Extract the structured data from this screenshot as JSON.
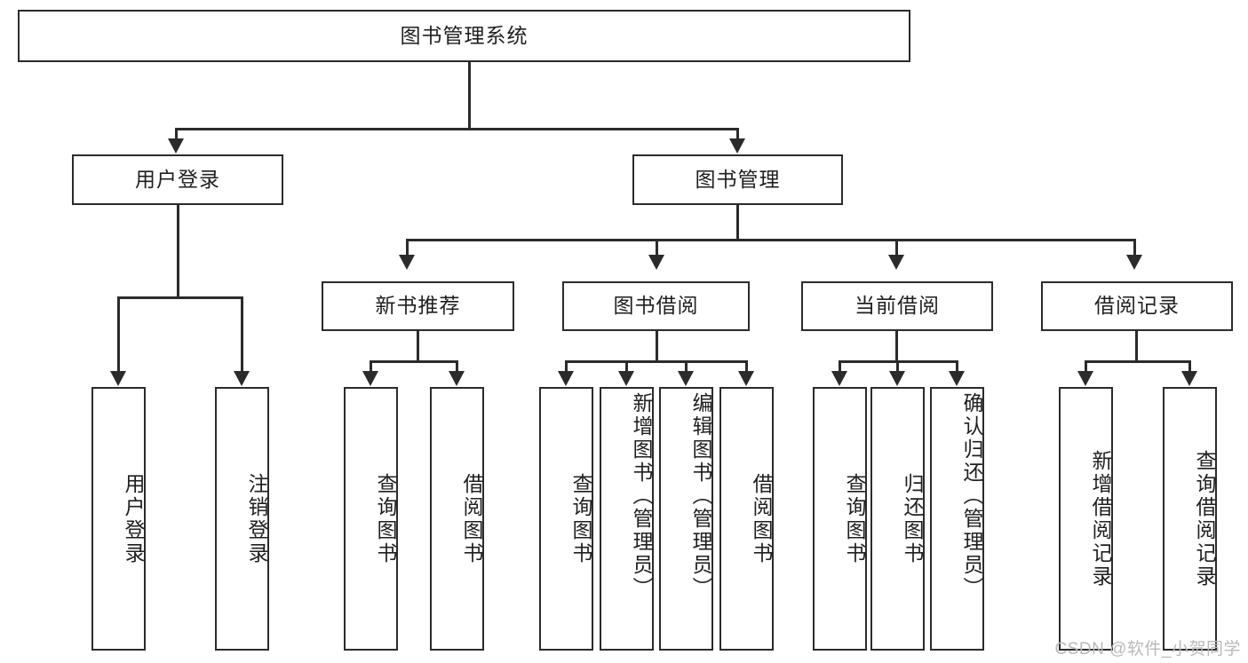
{
  "diagram": {
    "title": "图书管理系统",
    "type": "hierarchy-tree",
    "root": {
      "id": "root",
      "label": "图书管理系统"
    },
    "level2": [
      {
        "id": "user-login",
        "label": "用户登录"
      },
      {
        "id": "book-management",
        "label": "图书管理"
      }
    ],
    "level3": [
      {
        "id": "new-book-recommend",
        "label": "新书推荐",
        "parent": "book-management"
      },
      {
        "id": "book-borrow",
        "label": "图书借阅",
        "parent": "book-management"
      },
      {
        "id": "current-borrow",
        "label": "当前借阅",
        "parent": "book-management"
      },
      {
        "id": "borrow-record",
        "label": "借阅记录",
        "parent": "book-management"
      }
    ],
    "leaves": [
      {
        "id": "leaf-user-login",
        "label": "用户登录",
        "parent": "user-login"
      },
      {
        "id": "leaf-logout-login",
        "label": "注销登录",
        "parent": "user-login"
      },
      {
        "id": "leaf-query-book-1",
        "label": "查询图书",
        "parent": "new-book-recommend"
      },
      {
        "id": "leaf-borrow-book-1",
        "label": "借阅图书",
        "parent": "new-book-recommend"
      },
      {
        "id": "leaf-query-book-2",
        "label": "查询图书",
        "parent": "book-borrow"
      },
      {
        "id": "leaf-add-book",
        "label": "新增图书（管理员）",
        "parent": "book-borrow"
      },
      {
        "id": "leaf-edit-book",
        "label": "编辑图书（管理员）",
        "parent": "book-borrow"
      },
      {
        "id": "leaf-borrow-book-2",
        "label": "借阅图书",
        "parent": "book-borrow"
      },
      {
        "id": "leaf-query-book-3",
        "label": "查询图书",
        "parent": "current-borrow"
      },
      {
        "id": "leaf-return-book",
        "label": "归还图书",
        "parent": "current-borrow"
      },
      {
        "id": "leaf-confirm-return",
        "label": "确认归还（管理员）",
        "parent": "current-borrow"
      },
      {
        "id": "leaf-add-record",
        "label": "新增借阅记录",
        "parent": "borrow-record"
      },
      {
        "id": "leaf-query-record",
        "label": "查询借阅记录",
        "parent": "borrow-record"
      }
    ]
  },
  "watermark": {
    "text": "CSDN @软件_小贺同学"
  },
  "colors": {
    "border": "#2b2b2b",
    "background": "#ffffff",
    "text": "#1f1f1f",
    "watermark": "#b9b9b9"
  }
}
